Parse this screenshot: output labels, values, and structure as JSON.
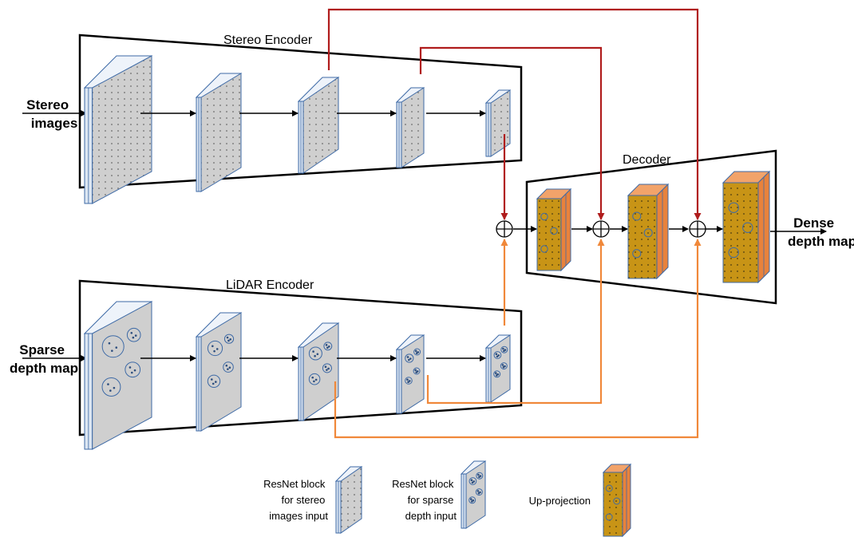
{
  "title_stereo_encoder": "Stereo Encoder",
  "title_lidar_encoder": "LiDAR Encoder",
  "title_decoder": "Decoder",
  "input_stereo": [
    "Stereo",
    "images"
  ],
  "input_sparse": [
    "Sparse",
    "depth map"
  ],
  "output_dense": [
    "Dense",
    "depth map"
  ],
  "legend": {
    "stereo_block": [
      "ResNet block",
      "for stereo",
      "images input"
    ],
    "sparse_block": [
      "ResNet block",
      "for sparse",
      "depth input"
    ],
    "upproj": "Up-projection"
  },
  "colors": {
    "red_skip": "#b01c1c",
    "orange_skip": "#f0883a",
    "block_face": "#cfcfcf",
    "block_edge": "#dce6f2",
    "block_border": "#3e6aa6",
    "upproj_face": "#c89416",
    "upproj_side": "#e8823c"
  }
}
